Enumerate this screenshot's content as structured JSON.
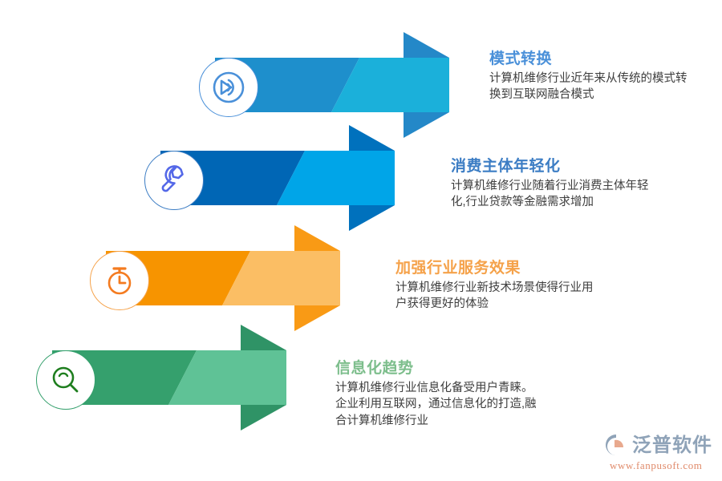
{
  "page": {
    "title": "计算机维修行业发展趋势信息图",
    "background": "#ffffff"
  },
  "sections": [
    {
      "id": "mode-conversion",
      "title": "模式转换",
      "body": "计算机维修行业近年来从传统的模式转\n换到互联网融合模式",
      "title_color": "#4A90D9",
      "icon": "convert-icon",
      "icon_color": "#4A90D9",
      "colors": {
        "dark": "#1E8FCC",
        "light": "#1BB0DA",
        "wing": "#2488C8"
      }
    },
    {
      "id": "younger-consumers",
      "title": "消费主体年轻化",
      "body": "计算机维修行业随着行业消费主体年轻\n化,行业贷款等金融需求增加",
      "title_color": "#3C7DC4",
      "icon": "wrench-icon",
      "icon_color": "#5468E8",
      "colors": {
        "dark": "#0066B5",
        "light": "#00A5E8",
        "wing": "#0071BD"
      }
    },
    {
      "id": "service-effect",
      "title": "加强行业服务效果",
      "body": "计算机维修行业新技术场景使得行业用\n户获得更好的体验",
      "title_color": "#F5A24A",
      "icon": "stopwatch-icon",
      "icon_color": "#F47B20",
      "colors": {
        "dark": "#F79400",
        "light": "#FBBE64",
        "wing": "#F99A15"
      }
    },
    {
      "id": "informatization-trend",
      "title": "信息化趋势",
      "body": "计算机维修行业信息化备受用户青睐。\n企业利用互联网，通过信息化的打造,融\n合计算机维修行业",
      "title_color": "#7DBE8C",
      "icon": "magnifier-icon",
      "icon_color": "#1E7E1E",
      "colors": {
        "dark": "#35A06D",
        "light": "#5FC296",
        "wing": "#2F9366"
      }
    }
  ],
  "logo": {
    "name": "泛普软件",
    "url": "www.fanpusoft.com",
    "word_color": "#8fa3b8",
    "url_color": "#e08a6a"
  }
}
